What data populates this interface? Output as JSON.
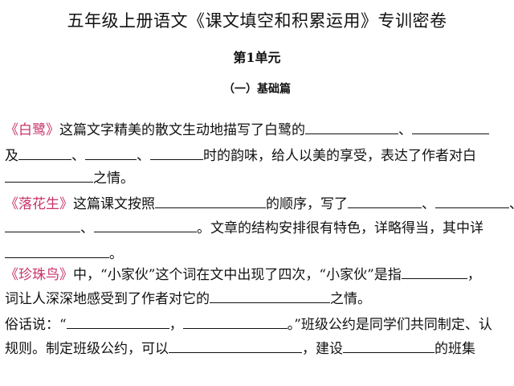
{
  "header": {
    "title": "五年级上册语文《课文填空和积累运用》专训密卷",
    "unit": "第1单元",
    "section": "（一）基础篇"
  },
  "questions": {
    "q1": {
      "book": "《白鹭》",
      "line1": "这篇文字精美的散文生动地描写了白鹭的",
      "sep1": "、",
      "line2_start": "及",
      "sep2": "、",
      "sep3": "、",
      "line2_text": "时的韵味，给人以美的享受，表达了作者对白",
      "line3_end": "之情。"
    },
    "q2": {
      "book": "《落花生》",
      "line1": "这篇课文按照",
      "line1_mid": "的顺序，写了",
      "sep1": "、",
      "sep2": "、",
      "sep3": "、",
      "line2_text": "。文章的结构安排很有特色，详略得当，其中详",
      "line3_end": "。"
    },
    "q3": {
      "book": "《珍珠鸟》",
      "line1": "中，“小家伙”这个词在文中出现了四次，“小家伙”是指",
      "line1_end": "，",
      "line2_start": "词让人深深地感受到了作者对它的",
      "line2_end": "之情。"
    },
    "q4": {
      "line1_start": "俗话说：“",
      "line1_mid": "，",
      "line1_text": "。”班级公约是同学们共同制定、认",
      "line2_start": "规则。制定班级公约，可以",
      "line2_mid": "，建设",
      "line2_end": "的班集"
    }
  }
}
